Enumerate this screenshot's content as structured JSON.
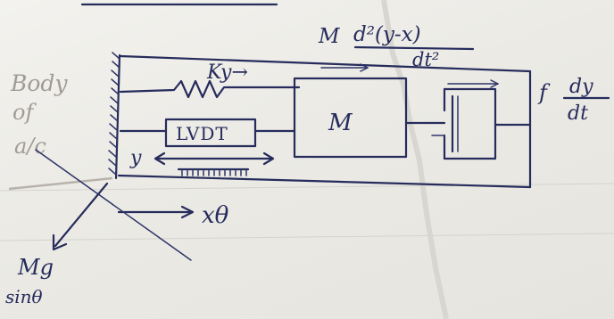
{
  "labels": {
    "body_line1": "Body",
    "body_line2": "of",
    "body_line3": "a/c",
    "spring": "Ky→",
    "mass": "M",
    "lvdt": "LVDT",
    "y": "y",
    "x_theta": "xθ",
    "inertia_force_coef": "M",
    "inertia_force_num": "d²(y-x)",
    "inertia_force_den": "dt²",
    "damping_coef": "f",
    "damping_num": "dy",
    "damping_den": "dt",
    "mg": "Mg",
    "sin_theta": "sinθ"
  },
  "colors": {
    "ink": "#262c5c",
    "pencil": "#a09c95",
    "paper": "#ecebe6"
  }
}
